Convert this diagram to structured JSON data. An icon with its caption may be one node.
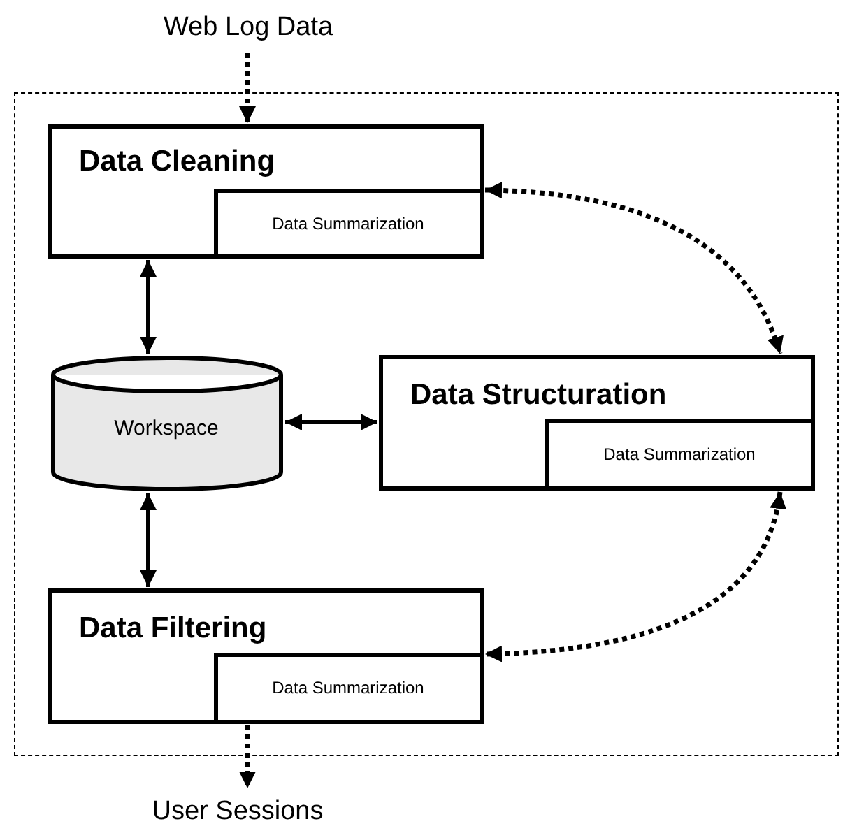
{
  "diagram": {
    "nodes": [
      {
        "text": [],
        "shape": "box"
      },
      {
        "text": [
          "Web Log Data"
        ]
      },
      {
        "text": [
          "Data Cleaning"
        ],
        "in": 0
      },
      {
        "text": [
          "Data Summarization"
        ],
        "in": 2
      },
      {
        "text": [
          "Workspace"
        ],
        "in": 0
      },
      {
        "text": [
          "Data Structuration"
        ],
        "in": 0
      },
      {
        "text": [
          "Data Summarization"
        ],
        "in": 5
      },
      {
        "text": [
          "Data Filtering"
        ],
        "in": 0
      },
      {
        "text": [
          "Data Summarization"
        ],
        "in": 7
      },
      {
        "text": [
          "User Sessions"
        ]
      }
    ],
    "edges": [
      {
        "from": 1,
        "to": 2,
        "arrow": "to",
        "style": "dashed"
      },
      {
        "from": 2,
        "to": 4,
        "arrow": "both"
      },
      {
        "from": 4,
        "to": 5,
        "arrow": "both"
      },
      {
        "from": 4,
        "to": 7,
        "arrow": "both"
      },
      {
        "from": 3,
        "to": 5,
        "arrow": "both",
        "style": "dashed"
      },
      {
        "from": 6,
        "to": 8,
        "arrow": "both",
        "style": "dashed"
      },
      {
        "from": 8,
        "to": 9,
        "arrow": "to",
        "style": "dashed"
      }
    ]
  }
}
